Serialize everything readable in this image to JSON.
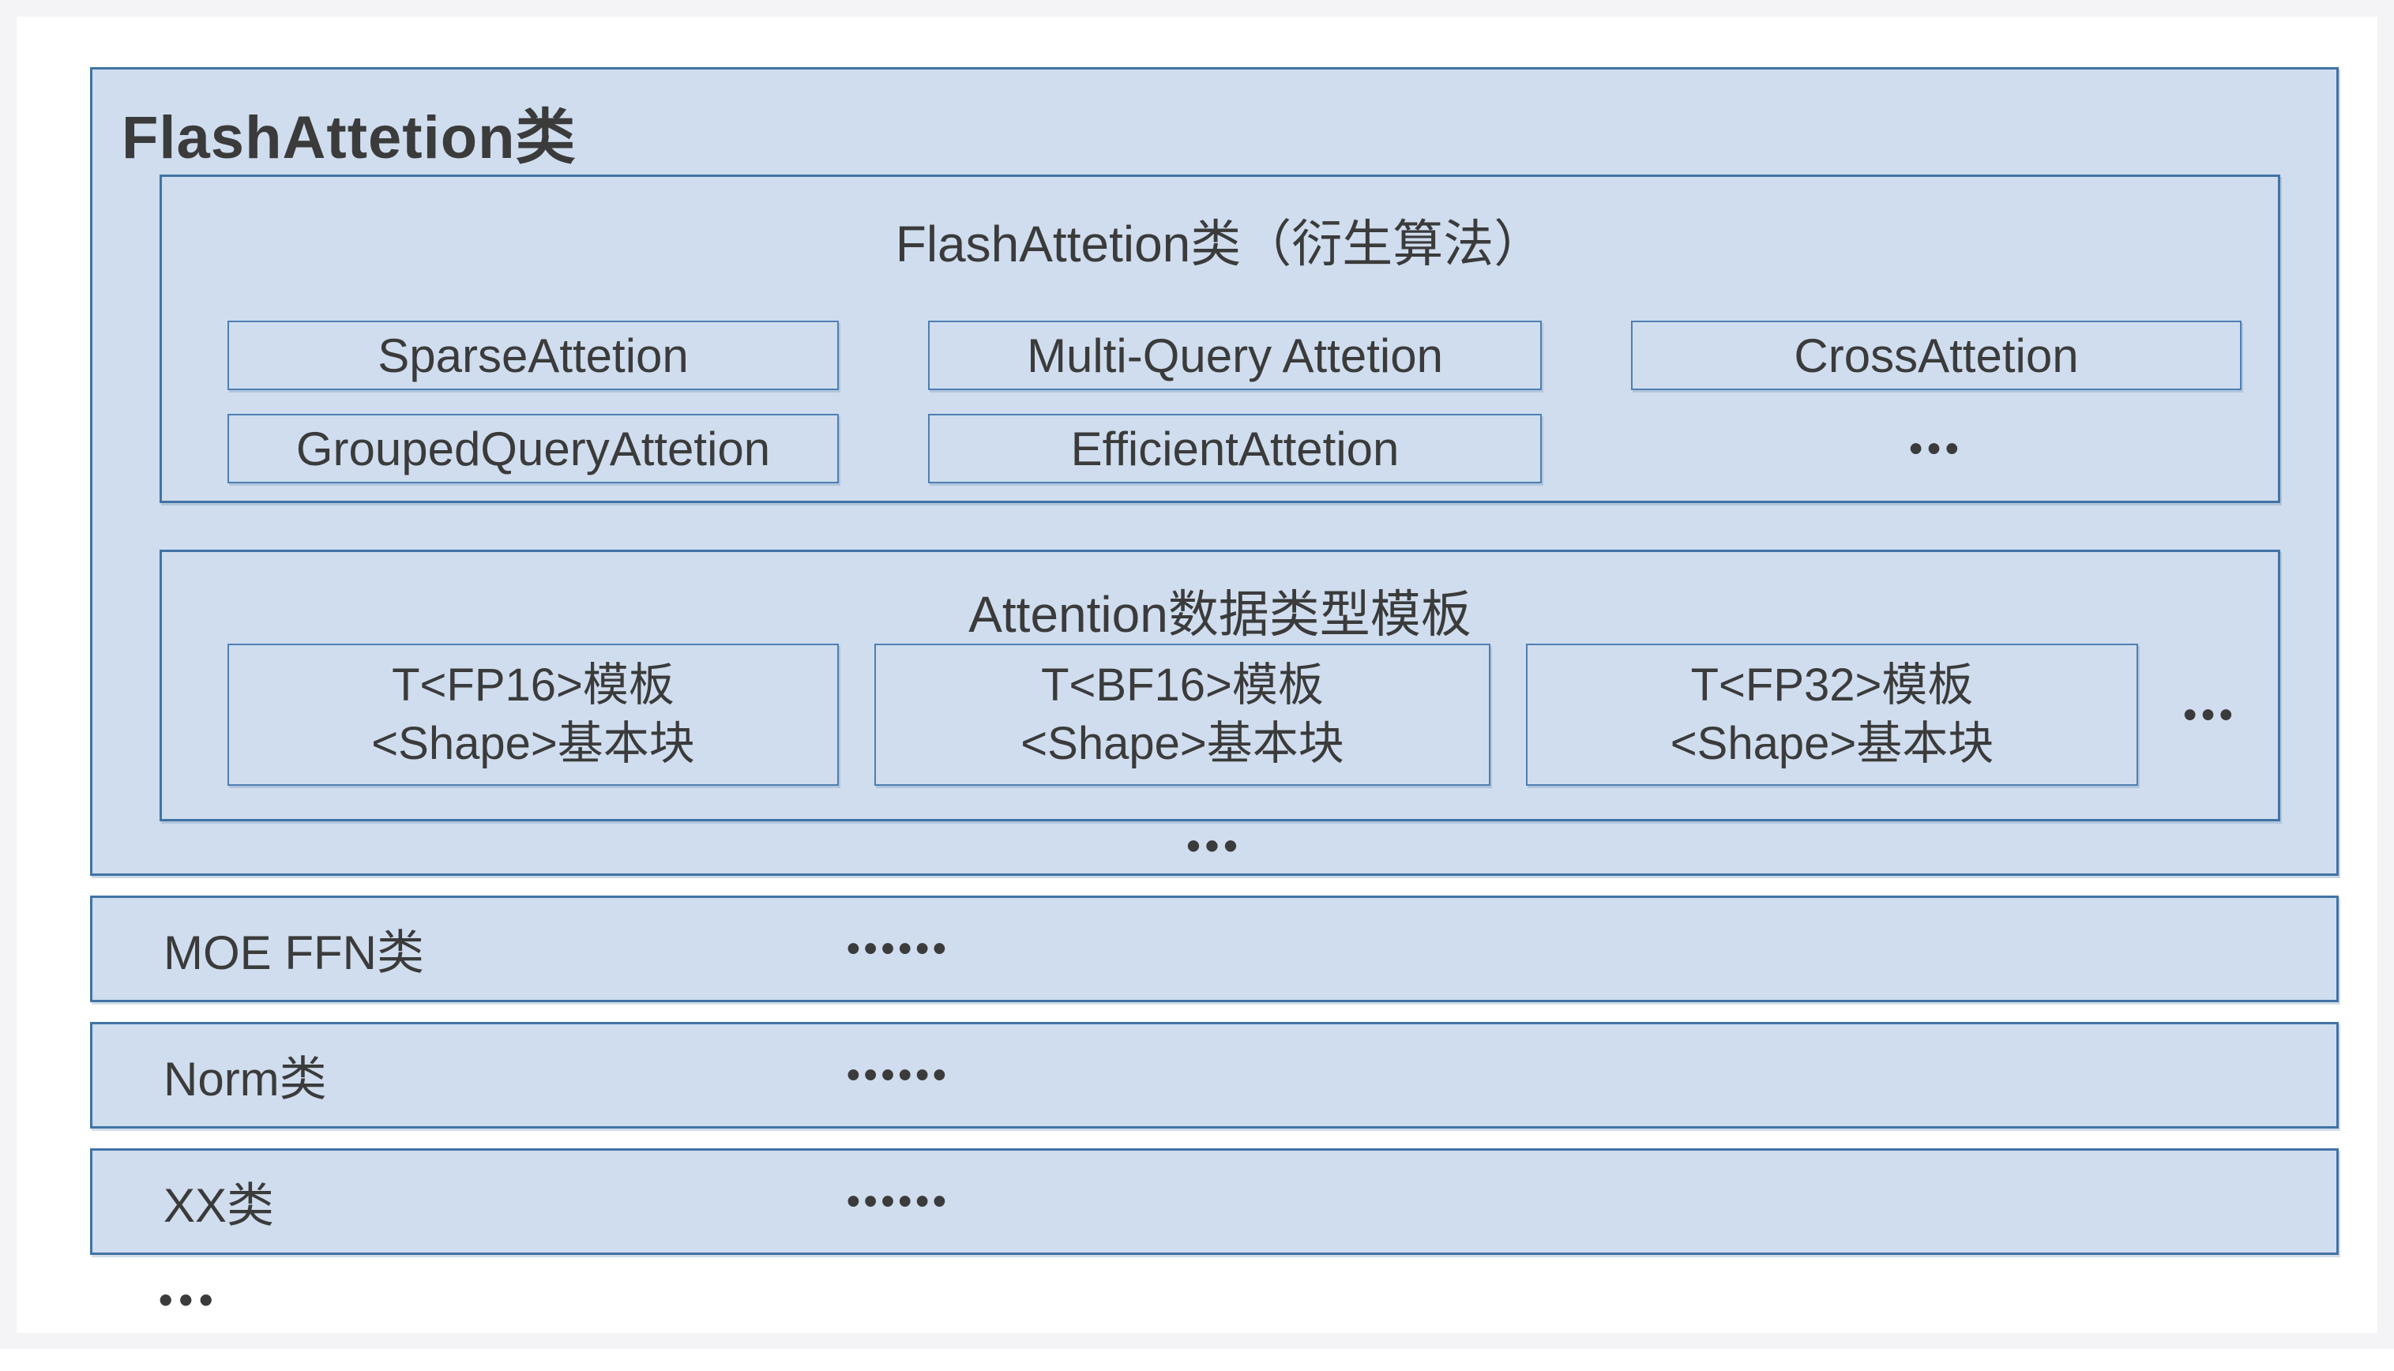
{
  "colors": {
    "canvas_bg": "#f4f4f6",
    "card_bg": "#ffffff",
    "box_fill": "#cfddee",
    "box_border": "#4173a5",
    "text": "#3b3b3b"
  },
  "diagram": {
    "flash_class": {
      "title": "FlashAttetion类",
      "derived_panel": {
        "title": "FlashAttetion类（衍生算法）",
        "row1": [
          "SparseAttetion",
          "Multi-Query Attetion",
          "CrossAttetion"
        ],
        "row2": [
          "GroupedQueryAttetion",
          "EfficientAttetion"
        ],
        "more": "•••"
      },
      "dtype_panel": {
        "title": "Attention数据类型模板",
        "templates": [
          {
            "line1": "T<FP16>模板",
            "line2": "<Shape>基本块"
          },
          {
            "line1": "T<BF16>模板",
            "line2": "<Shape>基本块"
          },
          {
            "line1": "T<FP32>模板",
            "line2": "<Shape>基本块"
          }
        ],
        "more": "•••"
      },
      "more": "•••"
    },
    "other_rows": [
      {
        "label": "MOE FFN类",
        "dots": "••••••"
      },
      {
        "label": "Norm类",
        "dots": "••••••"
      },
      {
        "label": "XX类",
        "dots": "••••••"
      }
    ],
    "footer_more": "•••"
  }
}
